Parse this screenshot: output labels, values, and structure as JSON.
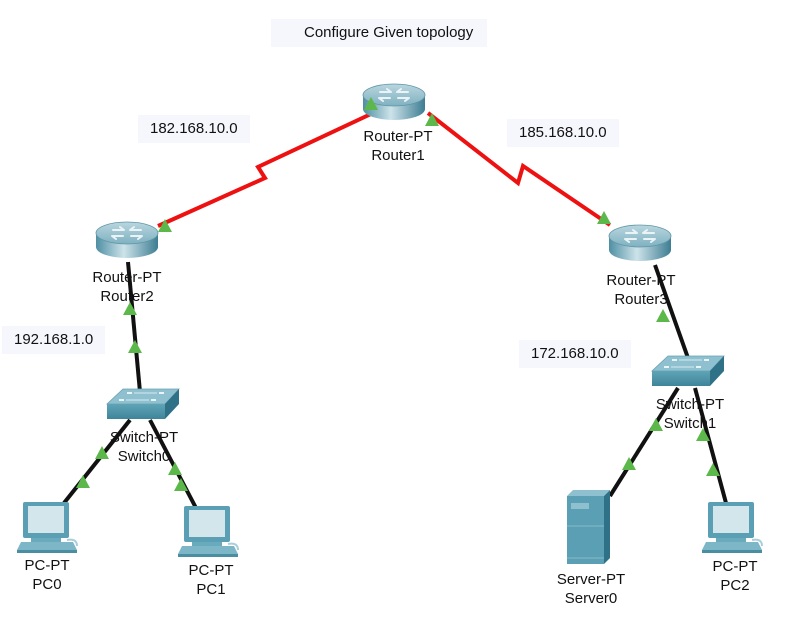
{
  "title": "Configure Given topology",
  "notes": [
    {
      "id": "net-router1-router2",
      "text": "182.168.10.0"
    },
    {
      "id": "net-router1-router3",
      "text": "185.168.10.0"
    },
    {
      "id": "net-router2-lan",
      "text": "192.168.1.0"
    },
    {
      "id": "net-router3-lan",
      "text": "172.168.10.0"
    }
  ],
  "devices": [
    {
      "id": "router1",
      "icon": "router-icon",
      "model": "Router-PT",
      "name": "Router1"
    },
    {
      "id": "router2",
      "icon": "router-icon",
      "model": "Router-PT",
      "name": "Router2"
    },
    {
      "id": "router3",
      "icon": "router-icon",
      "model": "Router-PT",
      "name": "Router3"
    },
    {
      "id": "switch0",
      "icon": "switch-icon",
      "model": "Switch-PT",
      "name": "Switch0"
    },
    {
      "id": "switch1",
      "icon": "switch-icon",
      "model": "Switch-PT",
      "name": "Switch1"
    },
    {
      "id": "pc0",
      "icon": "pc-icon",
      "model": "PC-PT",
      "name": "PC0"
    },
    {
      "id": "pc1",
      "icon": "pc-icon",
      "model": "PC-PT",
      "name": "PC1"
    },
    {
      "id": "pc2",
      "icon": "pc-icon",
      "model": "PC-PT",
      "name": "PC2"
    },
    {
      "id": "server0",
      "icon": "server-icon",
      "model": "Server-PT",
      "name": "Server0"
    }
  ],
  "links": [
    {
      "from": "router1",
      "to": "router2",
      "type": "serial",
      "status": "up"
    },
    {
      "from": "router1",
      "to": "router3",
      "type": "serial",
      "status": "up"
    },
    {
      "from": "router2",
      "to": "switch0",
      "type": "ethernet",
      "status": "up"
    },
    {
      "from": "router3",
      "to": "switch1",
      "type": "ethernet",
      "status": "up"
    },
    {
      "from": "switch0",
      "to": "pc0",
      "type": "ethernet",
      "status": "up"
    },
    {
      "from": "switch0",
      "to": "pc1",
      "type": "ethernet",
      "status": "up"
    },
    {
      "from": "switch1",
      "to": "server0",
      "type": "ethernet",
      "status": "up"
    },
    {
      "from": "switch1",
      "to": "pc2",
      "type": "ethernet",
      "status": "up"
    }
  ],
  "colors": {
    "serial_link": "#ee1111",
    "ethernet_link": "#111111",
    "link_up_indicator": "#5cb84a",
    "device_body": "#5a9fb3",
    "note_background": "#f5f7fd"
  }
}
